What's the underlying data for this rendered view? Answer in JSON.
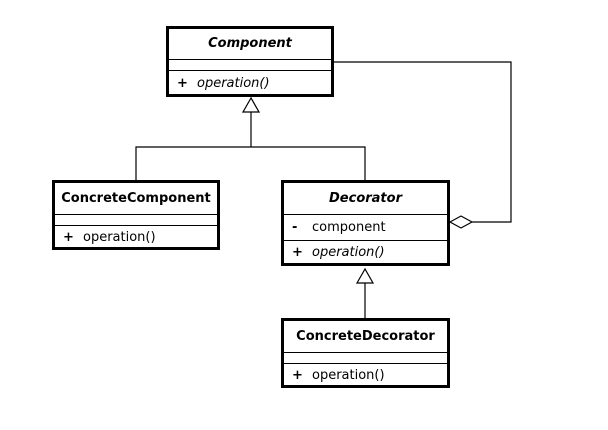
{
  "classes": {
    "component": {
      "name": "Component",
      "abstract": true,
      "attributes": [],
      "operations": [
        {
          "visibility": "+",
          "name": "operation()",
          "abstract": true
        }
      ]
    },
    "concrete_component": {
      "name": "ConcreteComponent",
      "abstract": false,
      "attributes": [],
      "operations": [
        {
          "visibility": "+",
          "name": "operation()",
          "abstract": false
        }
      ]
    },
    "decorator": {
      "name": "Decorator",
      "abstract": true,
      "attributes": [
        {
          "visibility": "-",
          "name": "component"
        }
      ],
      "operations": [
        {
          "visibility": "+",
          "name": "operation()",
          "abstract": true
        }
      ]
    },
    "concrete_decorator": {
      "name": "ConcreteDecorator",
      "abstract": false,
      "attributes": [],
      "operations": [
        {
          "visibility": "+",
          "name": "operation()",
          "abstract": false
        }
      ]
    }
  },
  "relationships": [
    {
      "type": "generalization",
      "from": "ConcreteComponent",
      "to": "Component"
    },
    {
      "type": "generalization",
      "from": "Decorator",
      "to": "Component"
    },
    {
      "type": "aggregation",
      "from": "Decorator",
      "to": "Component"
    },
    {
      "type": "generalization",
      "from": "ConcreteDecorator",
      "to": "Decorator"
    }
  ]
}
